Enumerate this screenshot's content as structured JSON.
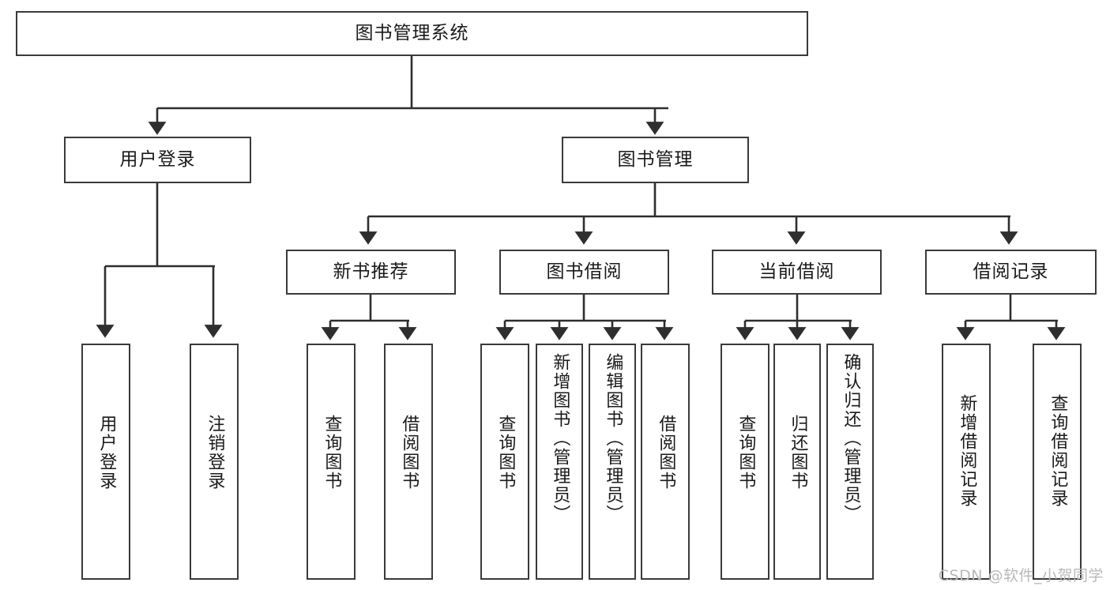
{
  "diagram": {
    "title": "图书管理系统",
    "type": "tree-hierarchy-diagram",
    "colors": {
      "box_border": "#3a3a3a",
      "box_fill": "#ffffff",
      "wire": "#2e2e2e",
      "text": "#1a1a1a",
      "watermark": "#b9b9b9"
    },
    "root": {
      "label": "图书管理系统"
    },
    "level2": [
      {
        "label": "用户登录"
      },
      {
        "label": "图书管理"
      }
    ],
    "level3": [
      {
        "label": "新书推荐"
      },
      {
        "label": "图书借阅"
      },
      {
        "label": "当前借阅"
      },
      {
        "label": "借阅记录"
      }
    ],
    "leaves": {
      "user_login": [
        {
          "label": "用户登录"
        },
        {
          "label": "注销登录"
        }
      ],
      "new_book_recommend": [
        {
          "label": "查询图书"
        },
        {
          "label": "借阅图书"
        }
      ],
      "book_borrow": [
        {
          "label": "查询图书"
        },
        {
          "label": "新增图书（管理员）"
        },
        {
          "label": "编辑图书（管理员）"
        },
        {
          "label": "借阅图书"
        }
      ],
      "current_borrow": [
        {
          "label": "查询图书"
        },
        {
          "label": "归还图书"
        },
        {
          "label": "确认归还（管理员）"
        }
      ],
      "borrow_records": [
        {
          "label": "新增借阅记录"
        },
        {
          "label": "查询借阅记录"
        }
      ]
    },
    "watermark": "CSDN @软件_小贺同学"
  }
}
